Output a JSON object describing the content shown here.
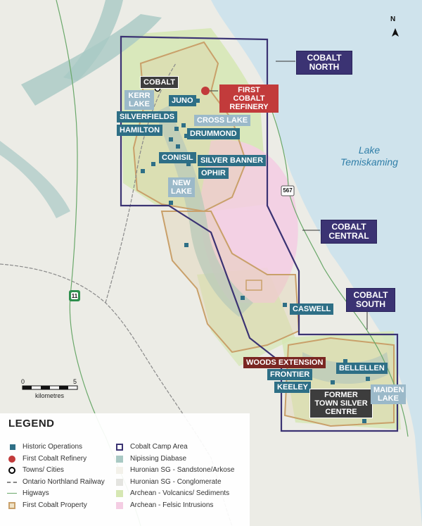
{
  "title_labels": {
    "north_arrow": "N",
    "cobalt_north": "COBALT NORTH",
    "cobalt_central": "COBALT CENTRAL",
    "cobalt_south": "COBALT SOUTH",
    "lake": "Lake Temiskaming",
    "highway_11": "11",
    "highway_567": "567"
  },
  "places": {
    "cobalt": "COBALT",
    "kerr_lake": "KERR LAKE",
    "juno": "JUNO",
    "first_cobalt_refinery": "FIRST COBALT REFINERY",
    "silverfields": "SILVERFIELDS",
    "cross_lake": "CROSS LAKE",
    "hamilton": "HAMILTON",
    "drummond": "DRUMMOND",
    "conisil": "CONISIL",
    "silver_banner": "SILVER BANNER",
    "ophir": "OPHIR",
    "new_lake": "NEW LAKE",
    "caswell": "CASWELL",
    "woods_extension": "WOODS EXTENSION",
    "frontier": "FRONTIER",
    "keeley": "KEELEY",
    "bellellen": "BELLELLEN",
    "former_town": "FORMER TOWN SILVER CENTRE",
    "maiden_lake": "MAIDEN LAKE"
  },
  "scale": {
    "zero": "0",
    "five": "5",
    "unit": "kilometres"
  },
  "legend": {
    "title": "LEGEND",
    "left": [
      {
        "label": "Historic Operations",
        "symbol": "historic-operations-icon",
        "color": "#2e6f86"
      },
      {
        "label": "First Cobalt Refinery",
        "symbol": "refinery-icon",
        "color": "#c23b3b"
      },
      {
        "label": "Towns/ Cities",
        "symbol": "town-icon",
        "color": "#000000"
      },
      {
        "label": "Ontario Northland Railway",
        "symbol": "railway-icon",
        "color": "#888888"
      },
      {
        "label": "Higways",
        "symbol": "highway-icon",
        "color": "#6aa86a"
      },
      {
        "label": "First Cobalt Property",
        "symbol": "property-icon",
        "color": "#c9a06a"
      }
    ],
    "right": [
      {
        "label": "Cobalt Camp Area",
        "symbol": "camp-area-icon",
        "color": "#3b3373"
      },
      {
        "label": "Nipissing Diabase",
        "symbol": "diabase-icon",
        "color": "#a9c9c4"
      },
      {
        "label": "Huronian SG - Sandstone/Arkose",
        "symbol": "sandstone-icon",
        "color": "#f3f1ea"
      },
      {
        "label": "Huronian SG - Conglomerate",
        "symbol": "conglomerate-icon",
        "color": "#e4e4e0"
      },
      {
        "label": "Archean - Volcanics/ Sediments",
        "symbol": "volcanics-icon",
        "color": "#d6e7b3"
      },
      {
        "label": "Archean - Felsic Intrusions",
        "symbol": "felsic-icon",
        "color": "#f4cde3"
      }
    ]
  },
  "colors": {
    "water": "#cfe3ec",
    "land": "#ecece6",
    "diabase": "#a9c9c4",
    "volcanics": "#d6e7b3",
    "felsic": "#f4cde3",
    "property": "#c9a06a",
    "camp": "#3b3373",
    "historic": "#2e6f86"
  }
}
